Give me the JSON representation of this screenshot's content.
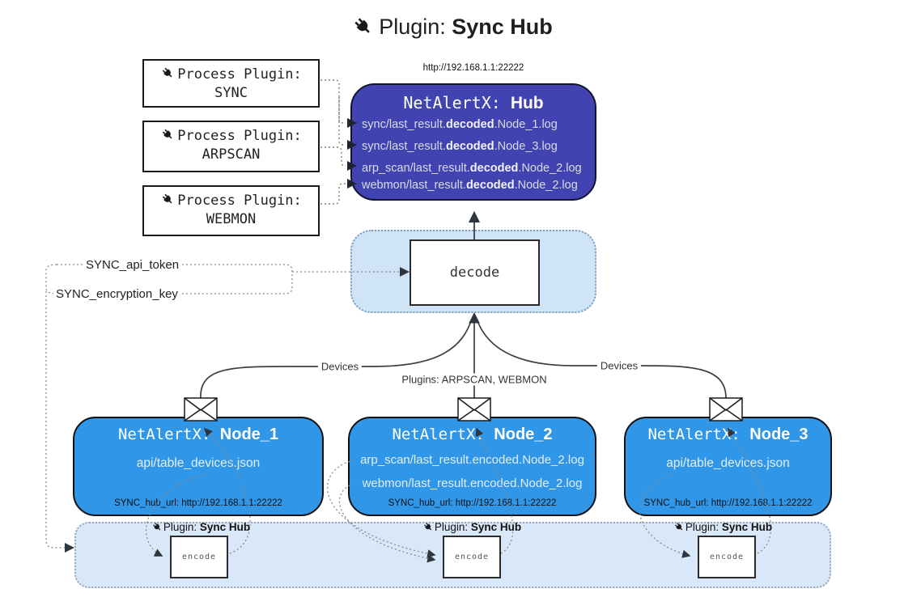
{
  "title": {
    "prefix": "Plugin:",
    "name": "Sync Hub"
  },
  "process_plugins": [
    {
      "label": "Process Plugin:",
      "name": "SYNC"
    },
    {
      "label": "Process Plugin:",
      "name": "ARPSCAN"
    },
    {
      "label": "Process Plugin:",
      "name": "WEBMON"
    }
  ],
  "hub": {
    "url": "http://192.168.1.1:22222",
    "title_prefix": "NetAlertX: ",
    "title_name": "Hub",
    "files": [
      {
        "pre": "sync/last_result.",
        "bold": "decoded",
        "post": ".Node_1.log"
      },
      {
        "pre": "sync/last_result.",
        "bold": "decoded",
        "post": ".Node_3.log"
      },
      {
        "pre": "arp_scan/last_result.",
        "bold": "decoded",
        "post": ".Node_2.log"
      },
      {
        "pre": "webmon/last_result.",
        "bold": "decoded",
        "post": ".Node_2.log"
      }
    ]
  },
  "decode_label": "decode",
  "keys": {
    "api_token": "SYNC_api_token",
    "encryption_key": "SYNC_encryption_key"
  },
  "edges": {
    "devices_left": "Devices",
    "plugins_middle": "Plugins: ARPSCAN, WEBMON",
    "devices_right": "Devices"
  },
  "nodes": [
    {
      "title_prefix": "NetAlertX: ",
      "title_name": "Node_1",
      "file1": "api/table_devices.json",
      "file2": "",
      "hub_url": "SYNC_hub_url: http://192.168.1.1:22222"
    },
    {
      "title_prefix": "NetAlertX: ",
      "title_name": "Node_2",
      "file1": "arp_scan/last_result.encoded.Node_2.log",
      "file2": "webmon/last_result.encoded.Node_2.log",
      "hub_url": "SYNC_hub_url: http://192.168.1.1:22222"
    },
    {
      "title_prefix": "NetAlertX: ",
      "title_name": "Node_3",
      "file1": "api/table_devices.json",
      "file2": "",
      "hub_url": "SYNC_hub_url: http://192.168.1.1:22222"
    }
  ],
  "encoders": [
    {
      "prefix": "Plugin: ",
      "name": "Sync Hub",
      "box_label": "encode"
    },
    {
      "prefix": "Plugin: ",
      "name": "Sync Hub",
      "box_label": "encode"
    },
    {
      "prefix": "Plugin: ",
      "name": "Sync Hub",
      "box_label": "encode"
    }
  ],
  "colors": {
    "hub_fill": "#4144b0",
    "node_fill": "#2f96e8",
    "band_fill": "#d9e8f8",
    "decode_panel_fill": "#cfe4f7",
    "wire_dark": "#3a3f45",
    "wire_dotted": "#7d7d7d",
    "hub_text": "#d9dce8"
  }
}
